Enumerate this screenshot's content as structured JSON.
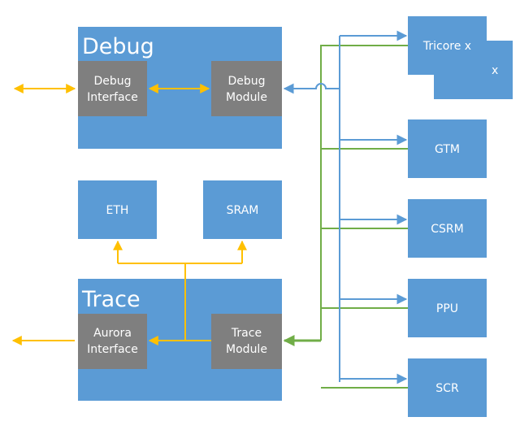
{
  "debug_block": {
    "title": "Debug",
    "interface_lines": [
      "Debug",
      "Interface"
    ],
    "module_lines": [
      "Debug",
      "Module"
    ]
  },
  "trace_block": {
    "title": "Trace",
    "interface_lines": [
      "Aurora",
      "Interface"
    ],
    "module_lines": [
      "Trace",
      "Module"
    ]
  },
  "memories": {
    "eth": "ETH",
    "sram": "SRAM"
  },
  "targets": {
    "tricore_front": "Tricore x",
    "tricore_back": "x",
    "gtm": "GTM",
    "csrm": "CSRM",
    "ppu": "PPU",
    "scr": "SCR"
  },
  "colors": {
    "block": "#5b9bd5",
    "module": "#7f7f7f",
    "arrow_yellow": "#ffc000",
    "arrow_blue": "#5b9bd5",
    "arrow_green": "#70ad47"
  }
}
